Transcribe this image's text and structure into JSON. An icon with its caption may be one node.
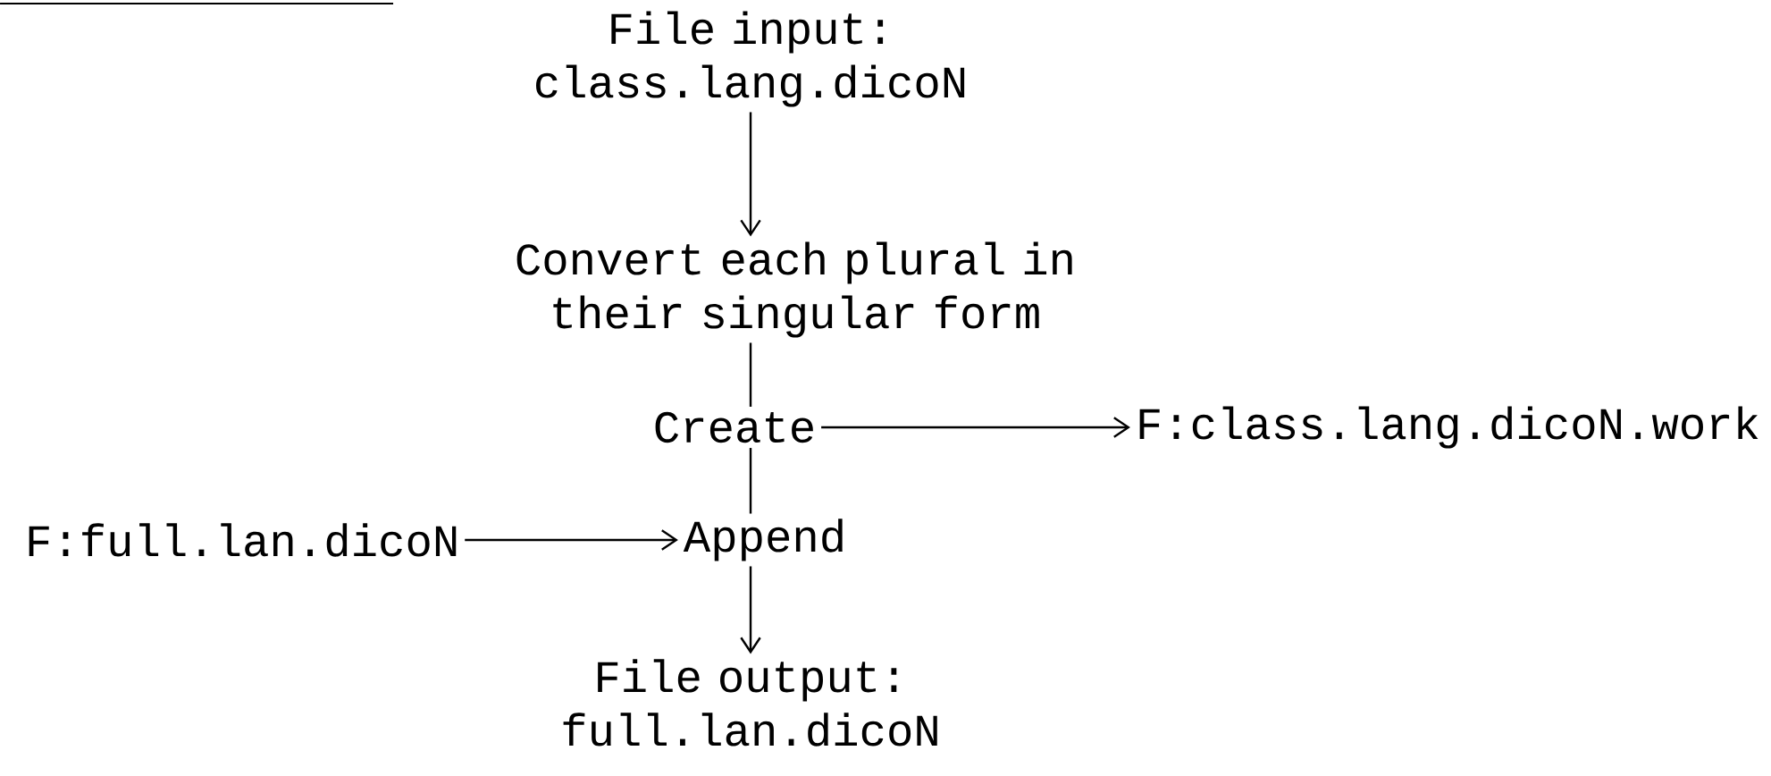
{
  "diagram": {
    "nodes": [
      {
        "text": [
          "File input: class.lang.dicoN"
        ]
      },
      {
        "text": [
          "Convert each plural in their singular form"
        ]
      },
      {
        "text": [
          "Create"
        ]
      },
      {
        "text": [
          "F:class.lang.dicoN.work"
        ]
      },
      {
        "text": [
          "F:full.lan.dicoN"
        ]
      },
      {
        "text": [
          "Append"
        ]
      },
      {
        "text": [
          "File output: full.lan.dicoN"
        ]
      }
    ],
    "edges": [
      {
        "from": 0,
        "to": 1,
        "arrow": "to"
      },
      {
        "from": 1,
        "to": 2,
        "arrow": "none"
      },
      {
        "from": 2,
        "to": 3,
        "arrow": "to"
      },
      {
        "from": 2,
        "to": 5,
        "arrow": "none"
      },
      {
        "from": 4,
        "to": 5,
        "arrow": "to"
      },
      {
        "from": 5,
        "to": 6,
        "arrow": "to"
      }
    ]
  }
}
